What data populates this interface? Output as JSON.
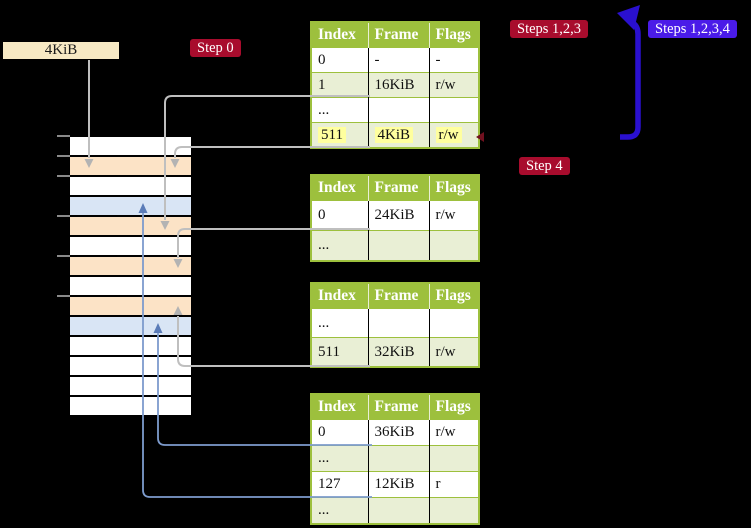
{
  "title": "page table translation diagram",
  "legend_box": {
    "label": "4KiB"
  },
  "badges": {
    "step0": {
      "label": "Step 0",
      "color": "#a80c2d"
    },
    "steps123": {
      "label": "Steps 1,2,3",
      "color": "#a80c2d"
    },
    "steps1234": {
      "label": "Steps 1,2,3,4",
      "color": "#4a1be8"
    },
    "step4": {
      "label": "Step 4",
      "color": "#a80c2d"
    }
  },
  "tables": [
    {
      "name": "page-table-top",
      "headers": [
        "Index",
        "Frame",
        "Flags"
      ],
      "rows": [
        {
          "index": "0",
          "frame": "-",
          "flags": "-",
          "shaded": false,
          "highlighted": false
        },
        {
          "index": "1",
          "frame": "16KiB",
          "flags": "r/w",
          "shaded": true,
          "highlighted": false
        },
        {
          "index": "...",
          "frame": "",
          "flags": "",
          "shaded": false,
          "highlighted": false
        },
        {
          "index": "511",
          "frame": "4KiB",
          "flags": "r/w",
          "shaded": true,
          "highlighted": true
        }
      ]
    },
    {
      "name": "page-table-second",
      "headers": [
        "Index",
        "Frame",
        "Flags"
      ],
      "rows": [
        {
          "index": "0",
          "frame": "24KiB",
          "flags": "r/w",
          "shaded": false,
          "highlighted": false
        },
        {
          "index": "...",
          "frame": "",
          "flags": "",
          "shaded": true,
          "highlighted": false
        }
      ]
    },
    {
      "name": "page-table-third",
      "headers": [
        "Index",
        "Frame",
        "Flags"
      ],
      "rows": [
        {
          "index": "...",
          "frame": "",
          "flags": "",
          "shaded": false,
          "highlighted": false
        },
        {
          "index": "511",
          "frame": "32KiB",
          "flags": "r/w",
          "shaded": true,
          "highlighted": false
        }
      ]
    },
    {
      "name": "page-table-fourth",
      "headers": [
        "Index",
        "Frame",
        "Flags"
      ],
      "rows": [
        {
          "index": "0",
          "frame": "36KiB",
          "flags": "r/w",
          "shaded": false,
          "highlighted": false
        },
        {
          "index": "...",
          "frame": "",
          "flags": "",
          "shaded": true,
          "highlighted": false
        },
        {
          "index": "127",
          "frame": "12KiB",
          "flags": "r",
          "shaded": false,
          "highlighted": false
        },
        {
          "index": "...",
          "frame": "",
          "flags": "",
          "shaded": true,
          "highlighted": false
        }
      ]
    }
  ],
  "memory_column": {
    "rows": [
      "white",
      "peach",
      "white",
      "blue",
      "peach",
      "white",
      "peach",
      "white",
      "peach",
      "blue",
      "white",
      "white",
      "white",
      "white"
    ],
    "tick_y": [
      135,
      155,
      175,
      215,
      255,
      295
    ]
  },
  "colors": {
    "table_header_green": "#9dc03d",
    "table_row_green": "#e9efd5",
    "highlight_yellow": "#ffff9e",
    "badge_red": "#a80c2d",
    "badge_blue": "#4a1be8",
    "thick_arrow_blue": "#2a10cf",
    "connector_gray": "#bfbfbf",
    "connector_blue": "#7d9bcd",
    "memory_peach": "#fce3c6",
    "memory_blue": "#d9e5f5",
    "legend_tan": "#f7e9c4"
  }
}
